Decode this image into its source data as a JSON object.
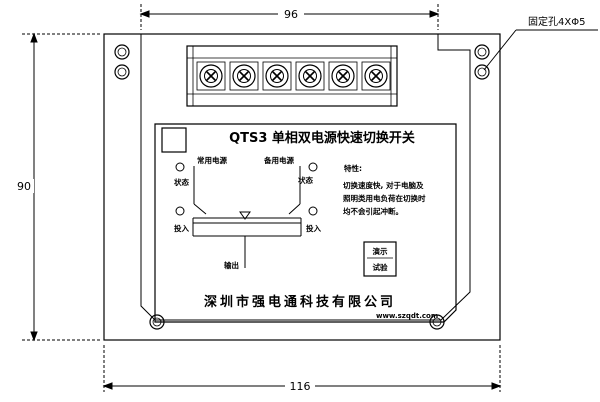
{
  "dimensions": {
    "top_width": "96",
    "left_height": "90",
    "bottom_width": "116",
    "fixing_holes": "固定孔4XΦ5"
  },
  "terminal_block": {
    "terminal_count": 6
  },
  "panel": {
    "title": "QTS3 单相双电源快速切换开关",
    "source_left": "常用电源",
    "source_right": "备用电源",
    "status_left": "状态",
    "status_right": "状态",
    "input_left": "投入",
    "input_right": "投入",
    "output": "输出",
    "features_heading": "特性:",
    "features_lines": [
      "切换速度快, 对于电脑及",
      "照明类用电负荷在切换时",
      "均不会引起冲断。"
    ],
    "test_button_top": "演示",
    "test_button_bottom": "试验",
    "company": "深圳市强电通科技有限公司",
    "website": "www.szqdt.com"
  }
}
